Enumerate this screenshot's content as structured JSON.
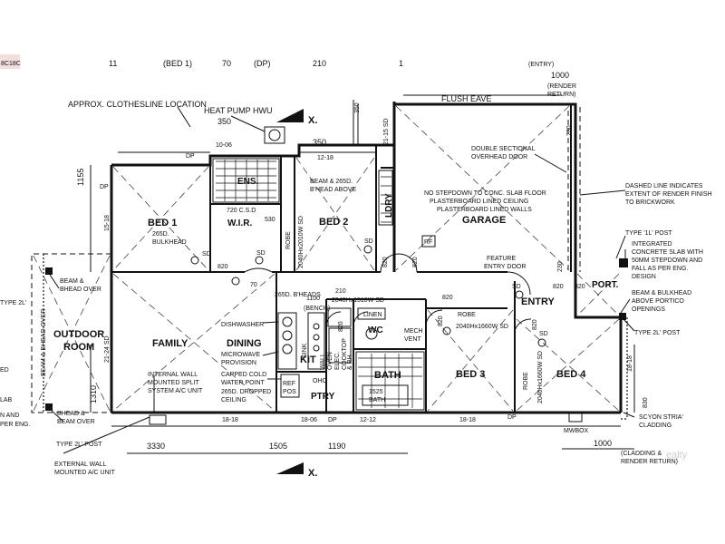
{
  "top_labels": {
    "t1": "11",
    "t2": "(BED 1)",
    "t3": "70",
    "t4": "(DP)",
    "t5": "210",
    "t6": "1",
    "t7": "(ENTRY)",
    "d1000": "1000",
    "render_return": [
      "(RENDER",
      "RETURN)"
    ],
    "header_note": "8C18C"
  },
  "rooms": {
    "bed1": "BED 1",
    "wir": "W.I.R.",
    "ens": "ENS.",
    "bed2": "BED 2",
    "ldry": "LDRY",
    "garage": "GARAGE",
    "family": "FAMILY",
    "dining": "DINING",
    "kit": "KIT",
    "ptry": "PTRY",
    "bath": "BATH",
    "wc": "WC",
    "bed3": "BED 3",
    "bed4": "BED 4",
    "entry": "ENTRY",
    "port": "PORT.",
    "outdoor": [
      "OUTDOOR",
      "ROOM"
    ],
    "linen": "LINEN",
    "robe": "ROBE",
    "robe_v": "ROBE",
    "bench": "(BENCH)"
  },
  "notes": {
    "clothesline": "APPROX. CLOTHESLINE LOCATION",
    "heatpump": "HEAT PUMP HWU",
    "flush_eave": "FLUSH EAVE",
    "double_door": [
      "DOUBLE SECTIONAL",
      "OVERHEAD DOOR"
    ],
    "dashed_line": [
      "DASHED LINE INDICATES",
      "EXTENT OF RENDER FINISH",
      "TO BRICKWORK"
    ],
    "garage_slab": [
      "NO STEPDOWN TO CONC. SLAB FLOOR",
      "PLASTERBOARD LINED CEILING",
      "PLASTERBOARD LINED WALLS"
    ],
    "feature_door": [
      "FEATURE",
      "ENTRY DOOR"
    ],
    "type_1l": "TYPE '1L' POST",
    "integrated": [
      "INTEGRATED",
      "CONCRETE SLAB WITH",
      "50MM STEPDOWN AND",
      "FALL AS PER ENG.",
      "DESIGN"
    ],
    "beam_bulkhead": [
      "BEAM & BULKHEAD",
      "ABOVE PORTICO",
      "OPENINGS"
    ],
    "type_2l_right": "TYPE 2L' POST",
    "scyon": [
      "SCYON STRIA'",
      "CLADDING"
    ],
    "cladding_return": [
      "(CLADDING &",
      "RENDER RETURN)"
    ],
    "beam_265d": [
      "BEAM & 265D.",
      "B'HEAD ABOVE"
    ],
    "bed1_bulkhead": [
      "265D.",
      "BULKHEAD"
    ],
    "beam_over_tl": [
      "BEAM &",
      "BHEAD OVER"
    ],
    "beam_over_v": "BEAM & BHEAD OVER",
    "beam_over_bl": [
      "BHEAD &",
      "BEAM OVER"
    ],
    "type_2l_left": "TYPE 2L' POST",
    "type_2l_topleft": "TYPE 2L'",
    "ext_ac": [
      "EXTERNAL WALL",
      "MOUNTED A/C UNIT"
    ],
    "int_ac": [
      "INTERNAL WALL",
      "MOUNTED SPLIT",
      "SYSTEM A/C UNIT"
    ],
    "dishwasher": "DISHWASHER",
    "microwave": [
      "MICROWAVE",
      "PROVISION"
    ],
    "cold_water": [
      "CAPPED COLD",
      "WATER POINT"
    ],
    "dropped": [
      "265D. DROPPED",
      "CEILING"
    ],
    "bheads": "265D. B'HEADS",
    "mech_vent": [
      "MECH",
      "VENT"
    ],
    "rf": "RF",
    "mwbox": "MWBOX",
    "appliances": [
      "WALL",
      "OVEN",
      "ELEC.",
      "COOKTOP",
      "& RH"
    ],
    "sink": "SINK",
    "ohc": "OHC",
    "ref": [
      "REF",
      "POS"
    ],
    "left_cut": [
      "ED",
      "LAB",
      "N AND",
      "PER ENG."
    ],
    "watermark": "ealty"
  },
  "dims": {
    "d350a": "350",
    "d350b": "350",
    "d350c": "350",
    "d1006": "10-06",
    "d1218a": "12-18",
    "d2115": "21-15 SD",
    "d1155": "1155",
    "d1518": "15-18",
    "d720": "720 C.S.D",
    "d530": "530",
    "d820a": "820",
    "d820b": "820",
    "d820c": "820",
    "d820d": "820",
    "d820e": "820",
    "d820f": "820",
    "d820g": "820",
    "d820h": "820",
    "d820i": "820",
    "d230a": "230",
    "d230b": "230",
    "d70": "70",
    "d1100": "1100",
    "d210": "210",
    "d2040a": "2040Hx2010W SD",
    "d2040b": "2040Hx1510W SD",
    "d2040c": "2040Hx1660W SD",
    "d2040d": "2040Hx1660W SD",
    "d2124": "21-24 SD",
    "d1310": "1310",
    "d1818a": "18-18",
    "d1806": "18-06",
    "d1212": "12-12",
    "d1818b": "18-18",
    "d1818c": "18-18",
    "d830": "830",
    "d3330": "3330",
    "d1505": "1505",
    "d1190": "1190",
    "d1000b": "1000",
    "d1525": "1525",
    "d1525b": "BATH",
    "sd": "SD",
    "dp": "DP",
    "x": "X."
  }
}
